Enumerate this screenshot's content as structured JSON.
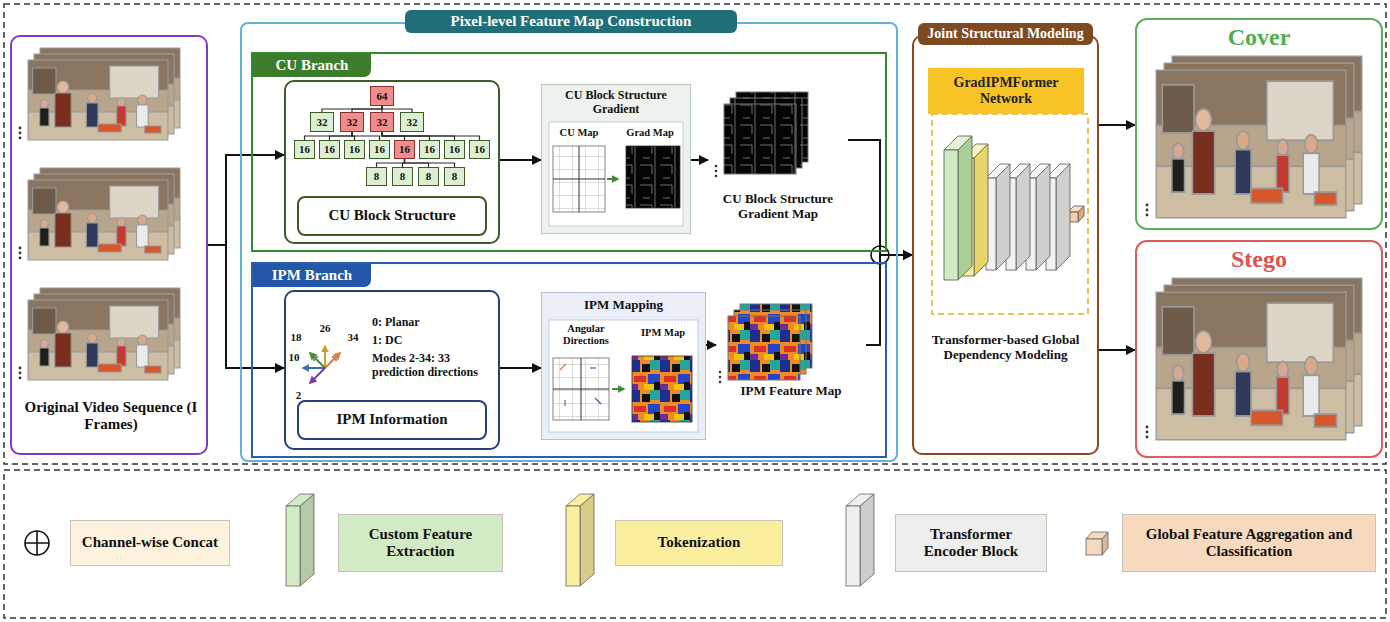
{
  "diagram": {
    "nodes": [
      {
        "text": [
          "Original Video Sequence (I Frames)"
        ]
      },
      {
        "text": [
          "Pixel-level Feature Map Construction"
        ]
      },
      {
        "text": [
          "CU Branch"
        ],
        "in": 1
      },
      {
        "text": [
          "CU Block Structure"
        ],
        "in": 2
      },
      {
        "text": [
          "64"
        ],
        "in": 3
      },
      {
        "text": [
          "32"
        ],
        "in": 3
      },
      {
        "text": [
          "32"
        ],
        "in": 3
      },
      {
        "text": [
          "32"
        ],
        "in": 3
      },
      {
        "text": [
          "32"
        ],
        "in": 3
      },
      {
        "text": [
          "16"
        ],
        "in": 3
      },
      {
        "text": [
          "16"
        ],
        "in": 3
      },
      {
        "text": [
          "16"
        ],
        "in": 3
      },
      {
        "text": [
          "16"
        ],
        "in": 3
      },
      {
        "text": [
          "16"
        ],
        "in": 3
      },
      {
        "text": [
          "16"
        ],
        "in": 3
      },
      {
        "text": [
          "16"
        ],
        "in": 3
      },
      {
        "text": [
          "16"
        ],
        "in": 3
      },
      {
        "text": [
          "8"
        ],
        "in": 3
      },
      {
        "text": [
          "8"
        ],
        "in": 3
      },
      {
        "text": [
          "8"
        ],
        "in": 3
      },
      {
        "text": [
          "8"
        ],
        "in": 3
      },
      {
        "text": [
          "CU Block Structure Gradient",
          "CU Map",
          "Grad Map"
        ],
        "in": 2
      },
      {
        "text": [
          "CU Block Structure Gradient Map"
        ],
        "in": 2
      },
      {
        "text": [
          "IPM Branch"
        ],
        "in": 1
      },
      {
        "text": [
          "0: Planar",
          "1: DC",
          "Modes 2-34: 33 prediction directions",
          "IPM Information"
        ],
        "in": 23
      },
      {
        "text": [
          "IPM Mapping",
          "Angular Directions",
          "IPM Map"
        ],
        "in": 23
      },
      {
        "text": [
          "IPM Feature Map"
        ],
        "in": 23
      },
      {
        "text": [
          "Joint Structural Modeling",
          "Transformer-based Global Dependency Modeling"
        ]
      },
      {
        "text": [
          "GradIPMFormer Network"
        ],
        "in": 27
      },
      {
        "text": [
          "Cover"
        ]
      },
      {
        "text": [
          "Stego"
        ]
      }
    ],
    "edges": [
      {
        "from": 0,
        "to": 3,
        "arrow": "to"
      },
      {
        "from": 0,
        "to": 24,
        "arrow": "to"
      },
      {
        "from": 4,
        "to": 5,
        "arrow": "none"
      },
      {
        "from": 4,
        "to": 6,
        "arrow": "none"
      },
      {
        "from": 4,
        "to": 7,
        "arrow": "none"
      },
      {
        "from": 4,
        "to": 8,
        "arrow": "none"
      },
      {
        "from": 6,
        "to": 9,
        "arrow": "none"
      },
      {
        "from": 6,
        "to": 10,
        "arrow": "none"
      },
      {
        "from": 6,
        "to": 11,
        "arrow": "none"
      },
      {
        "from": 6,
        "to": 12,
        "arrow": "none"
      },
      {
        "from": 7,
        "to": 13,
        "arrow": "none"
      },
      {
        "from": 7,
        "to": 14,
        "arrow": "none"
      },
      {
        "from": 7,
        "to": 15,
        "arrow": "none"
      },
      {
        "from": 7,
        "to": 16,
        "arrow": "none"
      },
      {
        "from": 13,
        "to": 17,
        "arrow": "none"
      },
      {
        "from": 13,
        "to": 18,
        "arrow": "none"
      },
      {
        "from": 13,
        "to": 19,
        "arrow": "none"
      },
      {
        "from": 13,
        "to": 20,
        "arrow": "none"
      },
      {
        "from": 3,
        "to": 21,
        "arrow": "to"
      },
      {
        "from": 21,
        "to": 22,
        "arrow": "to"
      },
      {
        "from": 24,
        "to": 25,
        "arrow": "to"
      },
      {
        "from": 25,
        "to": 26,
        "arrow": "to"
      },
      {
        "from": 22,
        "to": 27,
        "arrow": "to"
      },
      {
        "from": 26,
        "to": 27,
        "arrow": "to"
      },
      {
        "from": 27,
        "to": 29,
        "arrow": "to"
      },
      {
        "from": 27,
        "to": 30,
        "arrow": "to"
      }
    ],
    "labels": [
      "18",
      "26",
      "34",
      "10",
      "2"
    ],
    "legend": [
      {
        "text": "Channel-wise Concat"
      },
      {
        "text": "Custom Feature Extraction",
        "color": "#d3ebc5"
      },
      {
        "text": "Tokenization",
        "color": "#fbef9f"
      },
      {
        "text": "Transformer Encoder Block",
        "color": "#eeeeee"
      },
      {
        "text": "Global Feature Aggregation and Classification",
        "color": "#f7d9bd"
      }
    ]
  }
}
